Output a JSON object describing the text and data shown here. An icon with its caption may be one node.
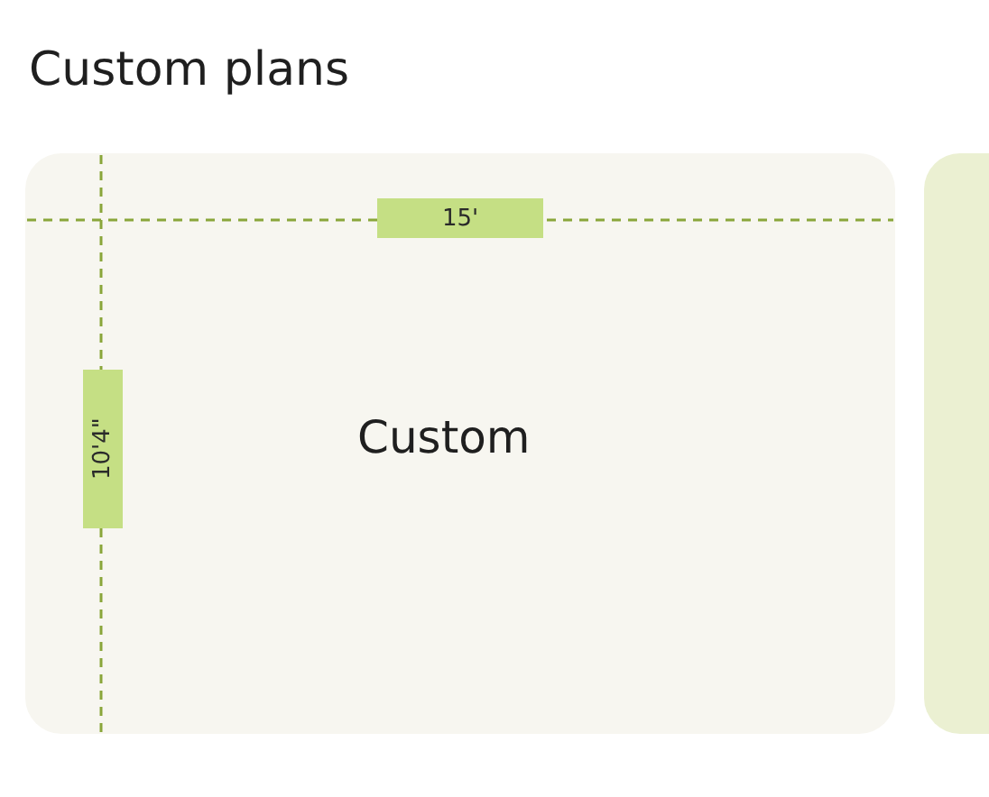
{
  "diagram": {
    "title": "Custom plans",
    "nodes": [
      {
        "text": [
          "Custom"
        ]
      },
      {
        "text": [],
        "shape": "box"
      }
    ],
    "labels": [
      "15'",
      "10'4\""
    ]
  }
}
